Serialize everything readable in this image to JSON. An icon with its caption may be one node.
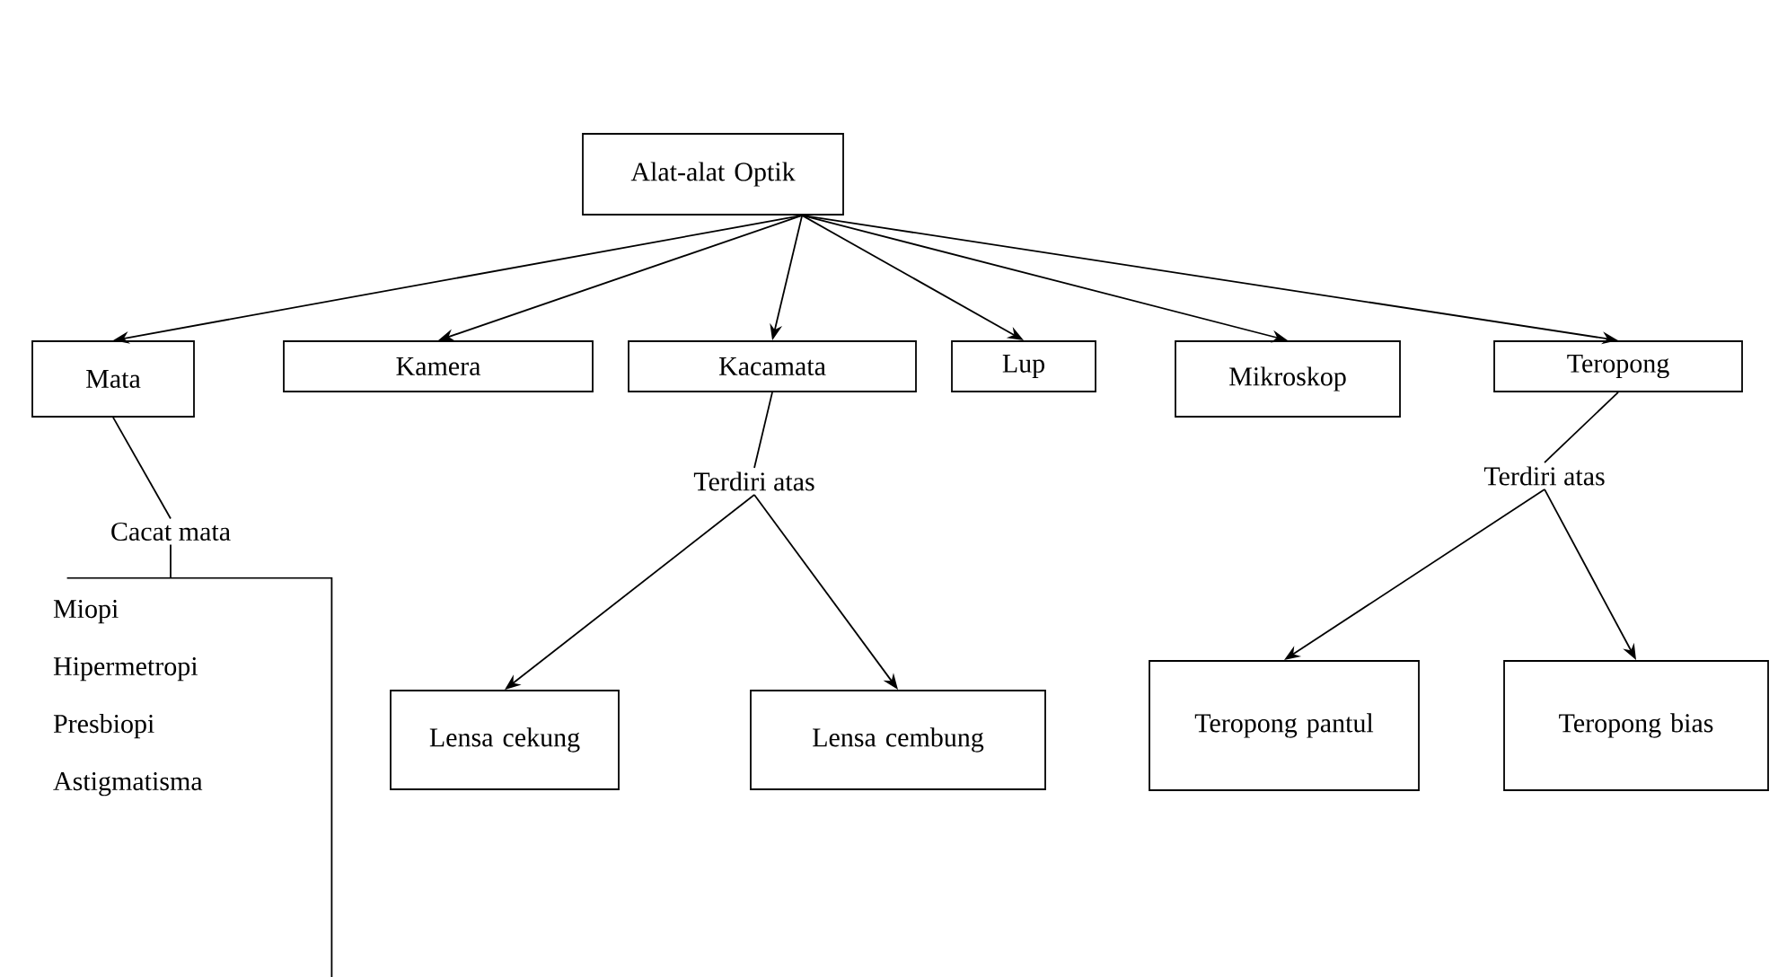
{
  "diagram": {
    "nodes": [
      {
        "text": [
          "Alat-alat Optik"
        ]
      },
      {
        "text": [
          "Mata"
        ]
      },
      {
        "text": [
          "Kamera"
        ]
      },
      {
        "text": [
          "Kacamata"
        ]
      },
      {
        "text": [
          "Lup"
        ]
      },
      {
        "text": [
          "Mikroskop"
        ]
      },
      {
        "text": [
          "Teropong"
        ]
      },
      {
        "text": [
          "Cacat mata"
        ]
      },
      {
        "text": [
          "Miopi",
          "Hipermetropi",
          "Presbiopi",
          "Astigmatisma"
        ]
      },
      {
        "text": [
          "Terdiri atas"
        ]
      },
      {
        "text": [
          "Lensa cekung"
        ]
      },
      {
        "text": [
          "Lensa cembung"
        ]
      },
      {
        "text": [
          "Terdiri atas"
        ]
      },
      {
        "text": [
          "Teropong pantul"
        ]
      },
      {
        "text": [
          "Teropong bias"
        ]
      }
    ],
    "edges": [
      {
        "from": 0,
        "to": 1,
        "arrow": "to"
      },
      {
        "from": 0,
        "to": 2,
        "arrow": "to"
      },
      {
        "from": 0,
        "to": 3,
        "arrow": "to"
      },
      {
        "from": 0,
        "to": 4,
        "arrow": "to"
      },
      {
        "from": 0,
        "to": 5,
        "arrow": "to"
      },
      {
        "from": 0,
        "to": 6,
        "arrow": "to"
      },
      {
        "from": 1,
        "to": 7,
        "arrow": "none"
      },
      {
        "from": 7,
        "to": 8,
        "arrow": "none"
      },
      {
        "from": 3,
        "to": 9,
        "arrow": "none"
      },
      {
        "from": 9,
        "to": 10,
        "arrow": "to"
      },
      {
        "from": 9,
        "to": 11,
        "arrow": "to"
      },
      {
        "from": 6,
        "to": 12,
        "arrow": "none"
      },
      {
        "from": 12,
        "to": 13,
        "arrow": "to"
      },
      {
        "from": 12,
        "to": 14,
        "arrow": "to"
      }
    ]
  }
}
